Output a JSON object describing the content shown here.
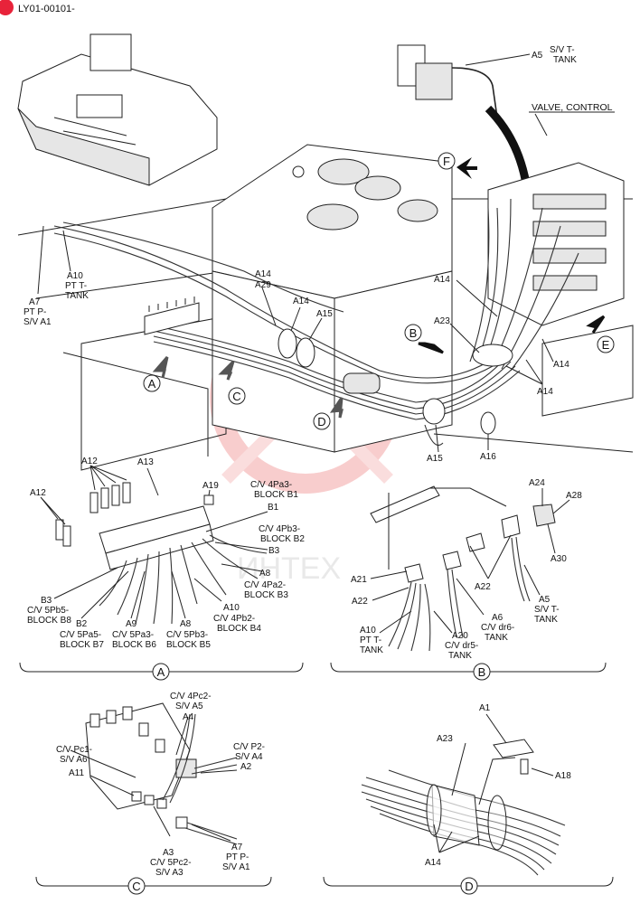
{
  "doc_id": "LY01-00101-",
  "views": {
    "main": {
      "labels": {
        "a5_top": "A5",
        "a5_top_desc_1": "S/V T-",
        "a5_top_desc_2": "TANK",
        "valve_control": "VALVE, CONTROL",
        "a10": "A10",
        "a10_desc_1": "PT T-",
        "a10_desc_2": "TANK",
        "a7": "A7",
        "a7_desc_1": "PT P-",
        "a7_desc_2": "S/V A1",
        "a14_a": "A14",
        "a29": "A29",
        "a14_b": "A14",
        "a15_a": "A15",
        "a14_c": "A14",
        "a23": "A23",
        "a14_d": "A14",
        "a14_e": "A14",
        "a15_b": "A15",
        "a16": "A16"
      },
      "callouts": {
        "a": "A",
        "b": "B",
        "c": "C",
        "d": "D",
        "e": "E",
        "f": "F"
      }
    },
    "detail_a": {
      "title": "A",
      "labels": {
        "a12_top": "A12",
        "a13": "A13",
        "a12_left": "A12",
        "a19": "A19",
        "b1_desc_1": "C/V 4Pa3-",
        "b1_desc_2": "BLOCK B1",
        "b1": "B1",
        "b2_desc_1": "C/V 4Pb3-",
        "b2_desc_2": "BLOCK B2",
        "b3_right": "B3",
        "a8_right": "A8",
        "b3_desc_1": "C/V 4Pa2-",
        "b3_desc_2": "BLOCK B3",
        "b3_left": "B3",
        "b8_desc_1": "C/V 5Pb5-",
        "b8_desc_2": "BLOCK B8",
        "b2": "B2",
        "b7_desc_1": "C/V 5Pa5-",
        "b7_desc_2": "BLOCK B7",
        "a9": "A9",
        "b6_desc_1": "C/V 5Pa3-",
        "b6_desc_2": "BLOCK B6",
        "a8_bottom": "A8",
        "b5_desc_1": "C/V 5Pb3-",
        "b5_desc_2": "BLOCK B5",
        "a10": "A10",
        "b4_desc_1": "C/V 4Pb2-",
        "b4_desc_2": "BLOCK B4"
      }
    },
    "detail_b": {
      "title": "B",
      "labels": {
        "a24": "A24",
        "a28": "A28",
        "a30": "A30",
        "a21": "A21",
        "a22_left": "A22",
        "a22_right": "A22",
        "a5": "A5",
        "a5_desc_1": "S/V T-",
        "a5_desc_2": "TANK",
        "a6": "A6",
        "a6_desc_1": "C/V dr6-",
        "a6_desc_2": "TANK",
        "a10": "A10",
        "a10_desc_1": "PT T-",
        "a10_desc_2": "TANK",
        "a20": "A20",
        "a20_desc_1": "C/V dr5-",
        "a20_desc_2": "TANK"
      }
    },
    "detail_c": {
      "title": "C",
      "labels": {
        "a5_desc_1": "C/V 4Pc2-",
        "a5_desc_2": "S/V A5",
        "a4": "A4",
        "a6_desc_1": "C/V Pc1-",
        "a6_desc_2": "S/V A6",
        "a4_desc_1": "C/V P2-",
        "a4_desc_2": "S/V A4",
        "a11": "A11",
        "a2": "A2",
        "a3": "A3",
        "a3_desc_1": "C/V 5Pc2-",
        "a3_desc_2": "S/V A3",
        "a7": "A7",
        "a7_desc_1": "PT P-",
        "a7_desc_2": "S/V A1"
      }
    },
    "detail_d": {
      "title": "D",
      "labels": {
        "a1": "A1",
        "a23": "A23",
        "a18": "A18",
        "a14": "A14"
      }
    }
  },
  "watermark": "ИНТЕХ",
  "colors": {
    "accent_badge": "#e8233a",
    "watermark": "#f3a6a6",
    "line": "#222222"
  }
}
